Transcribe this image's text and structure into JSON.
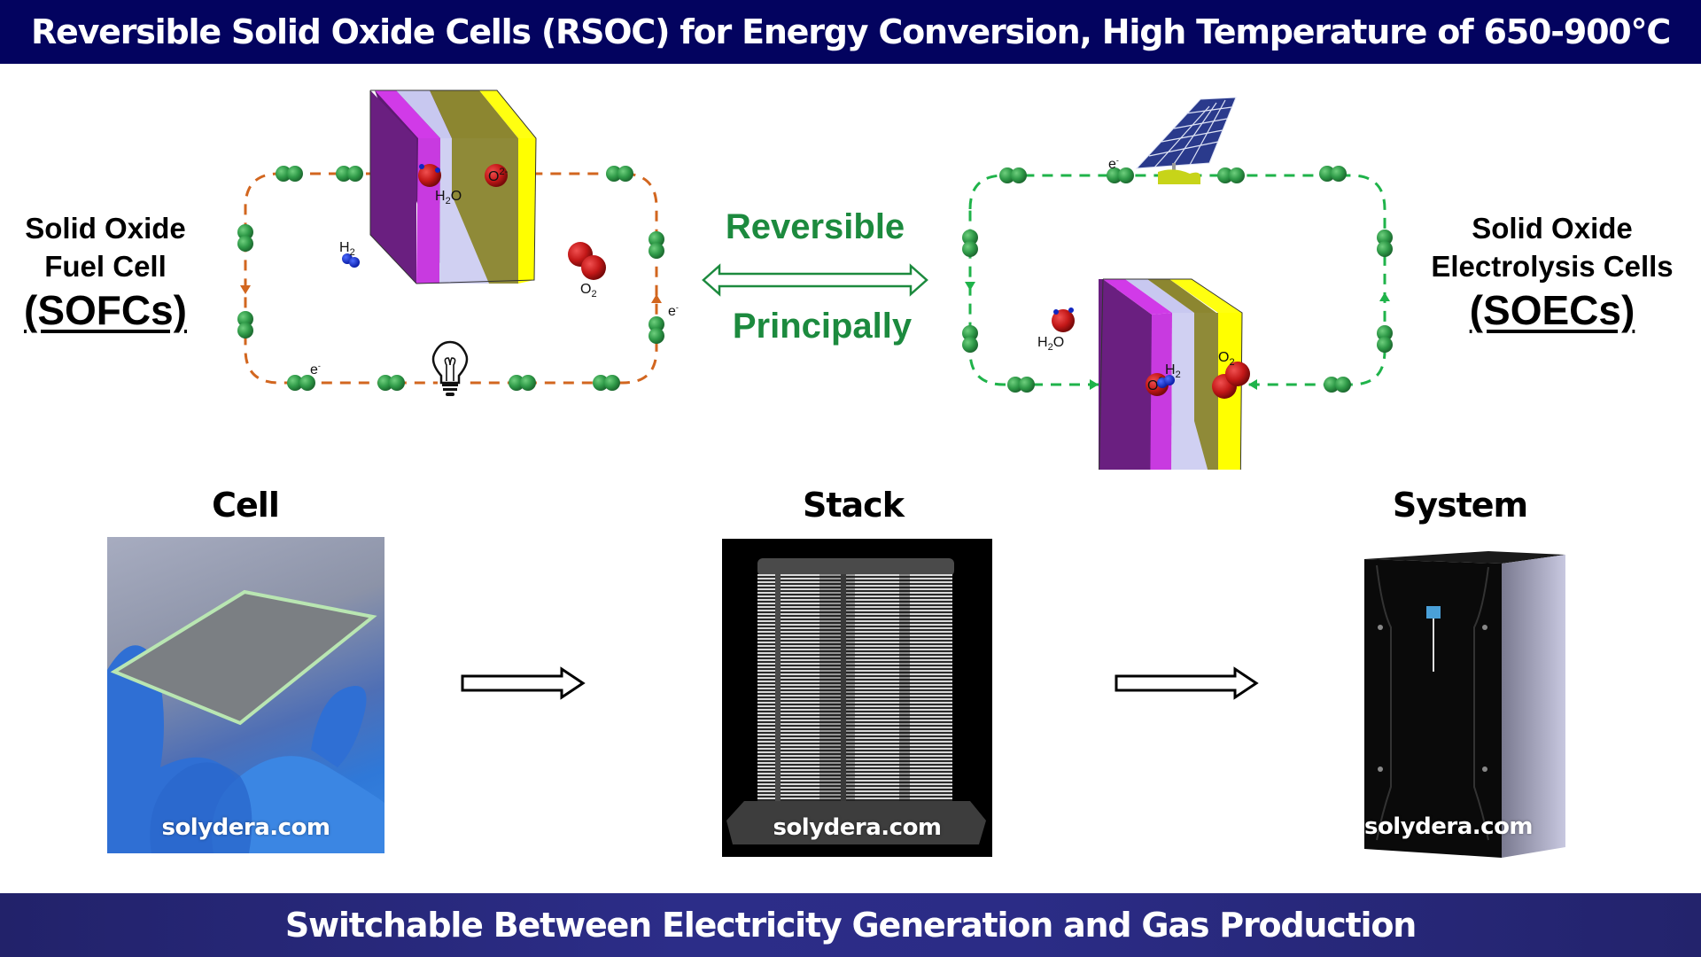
{
  "header": {
    "title": "Reversible Solid Oxide Cells (RSOC) for Energy Conversion, High Temperature of 650-900°C"
  },
  "sofc": {
    "line1": "Solid Oxide",
    "line2": "Fuel Cell",
    "abbr": "(SOFCs)",
    "labels": {
      "h2": "H",
      "h2_sub": "2",
      "h2o": "H",
      "h2o_sub": "2",
      "h2o_tail": "O",
      "o2ion": "O",
      "o2ion_sup": "2-",
      "o2": "O",
      "o2_sub": "2",
      "electron": "e",
      "electron_sup": "-"
    },
    "circuit_color": "#d2661f",
    "device_icon": "light-bulb-icon"
  },
  "center": {
    "top_word": "Reversible",
    "bottom_word": "Principally",
    "color": "#1c8a3e"
  },
  "soec": {
    "line1": "Solid Oxide",
    "line2": "Electrolysis Cells",
    "abbr": "(SOECs)",
    "labels": {
      "h2o": "H",
      "h2o_sub": "2",
      "h2o_tail": "O",
      "h2": "H",
      "h2_sub": "2",
      "o2ion": "O",
      "o2ion_sup": "2-",
      "o2": "O",
      "o2_sub": "2",
      "electron": "e",
      "electron_sup": "-"
    },
    "circuit_color": "#1fb34a",
    "source_icon": "solar-panel-icon"
  },
  "stages": [
    {
      "label": "Cell",
      "watermark": "solydera.com"
    },
    {
      "label": "Stack",
      "watermark": "solydera.com"
    },
    {
      "label": "System",
      "watermark": "solydera.com"
    }
  ],
  "footer": {
    "text": "Switchable Between Electricity Generation and Gas Production"
  }
}
